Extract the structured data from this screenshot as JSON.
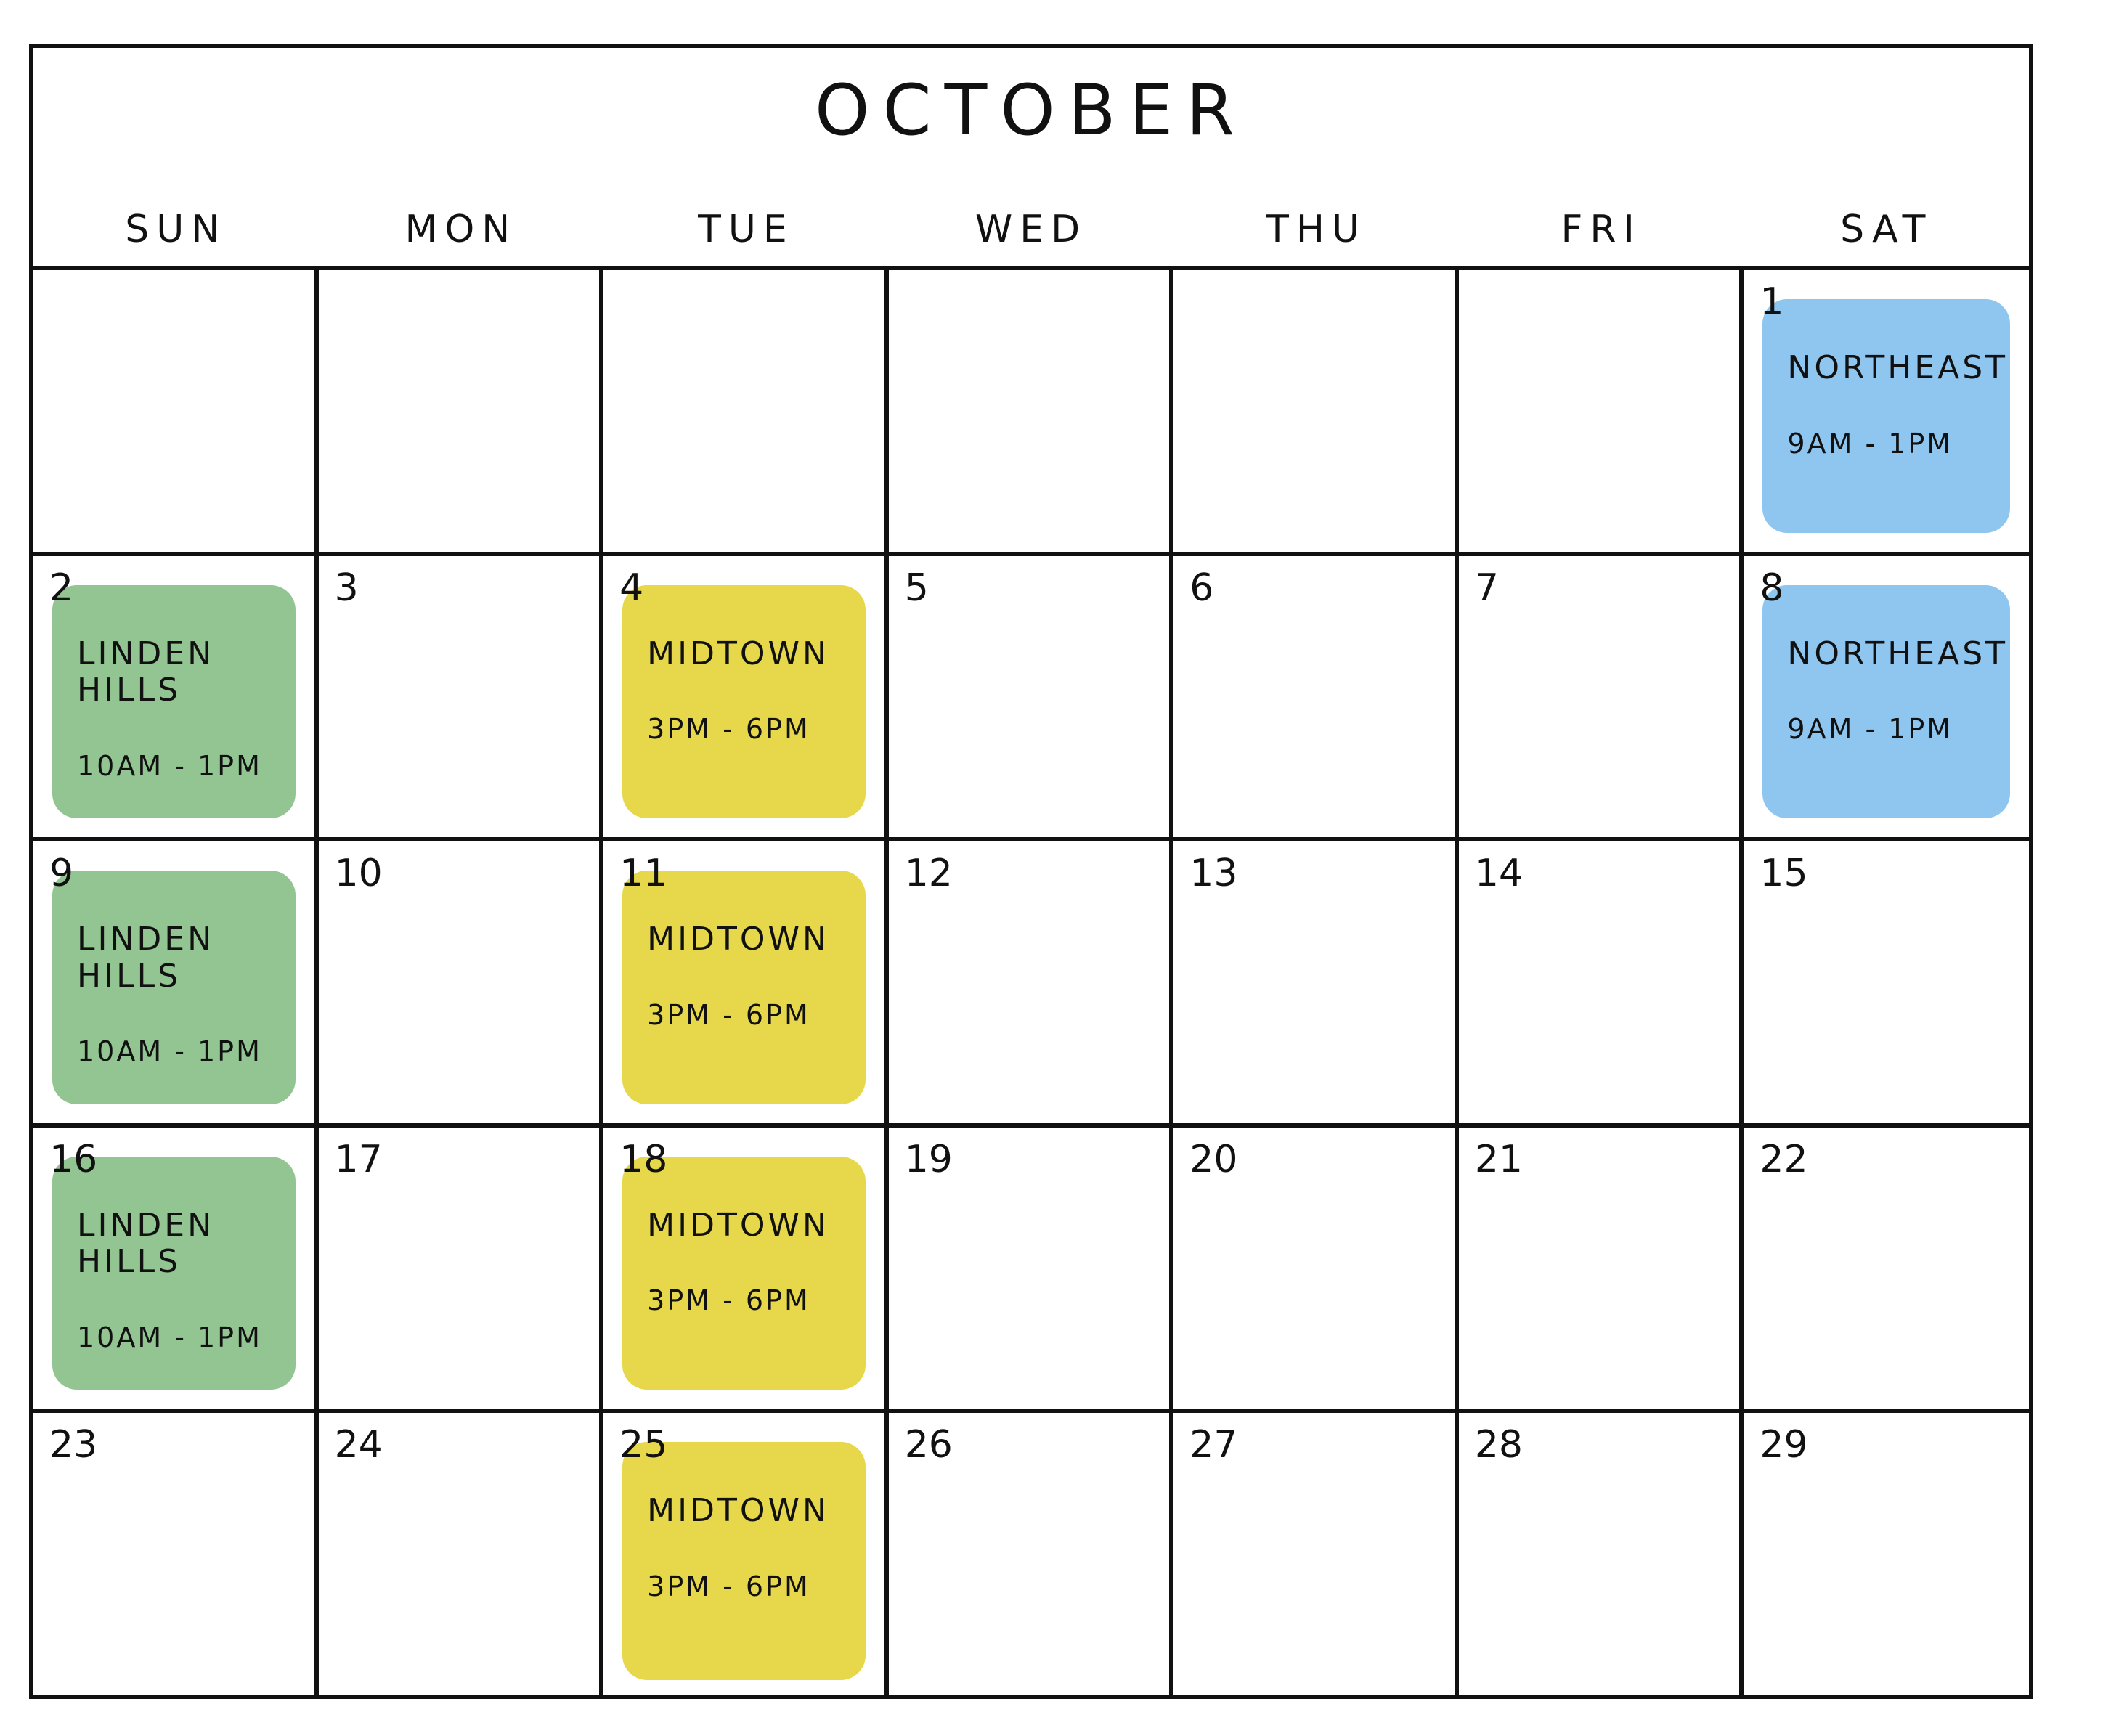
{
  "title": "OCTOBER",
  "weekdays": [
    "SUN",
    "MON",
    "TUE",
    "WED",
    "THU",
    "FRI",
    "SAT"
  ],
  "colors": {
    "green": "#93c593",
    "yellow": "#e6d84a",
    "blue": "#8ec6f0"
  },
  "weeks": [
    [
      {
        "day": ""
      },
      {
        "day": ""
      },
      {
        "day": ""
      },
      {
        "day": ""
      },
      {
        "day": ""
      },
      {
        "day": ""
      },
      {
        "day": "1",
        "event": {
          "location": "NORTHEAST",
          "time": "9AM - 1PM",
          "color": "blue"
        }
      }
    ],
    [
      {
        "day": "2",
        "event": {
          "location": "LINDEN\nHILLS",
          "time": "10AM - 1PM",
          "color": "green"
        }
      },
      {
        "day": "3"
      },
      {
        "day": "4",
        "event": {
          "location": "MIDTOWN",
          "time": "3PM - 6PM",
          "color": "yellow"
        }
      },
      {
        "day": "5"
      },
      {
        "day": "6"
      },
      {
        "day": "7"
      },
      {
        "day": "8",
        "event": {
          "location": "NORTHEAST",
          "time": "9AM - 1PM",
          "color": "blue"
        }
      }
    ],
    [
      {
        "day": "9",
        "event": {
          "location": "LINDEN\nHILLS",
          "time": "10AM - 1PM",
          "color": "green"
        }
      },
      {
        "day": "10"
      },
      {
        "day": "11",
        "event": {
          "location": "MIDTOWN",
          "time": "3PM - 6PM",
          "color": "yellow"
        }
      },
      {
        "day": "12"
      },
      {
        "day": "13"
      },
      {
        "day": "14"
      },
      {
        "day": "15"
      }
    ],
    [
      {
        "day": "16",
        "event": {
          "location": "LINDEN\nHILLS",
          "time": "10AM - 1PM",
          "color": "green"
        }
      },
      {
        "day": "17"
      },
      {
        "day": "18",
        "event": {
          "location": "MIDTOWN",
          "time": "3PM - 6PM",
          "color": "yellow"
        }
      },
      {
        "day": "19"
      },
      {
        "day": "20"
      },
      {
        "day": "21"
      },
      {
        "day": "22"
      }
    ],
    [
      {
        "day": "23"
      },
      {
        "day": "24"
      },
      {
        "day": "25",
        "event": {
          "location": "MIDTOWN",
          "time": "3PM - 6PM",
          "color": "yellow"
        }
      },
      {
        "day": "26"
      },
      {
        "day": "27"
      },
      {
        "day": "28"
      },
      {
        "day": "29"
      }
    ]
  ]
}
